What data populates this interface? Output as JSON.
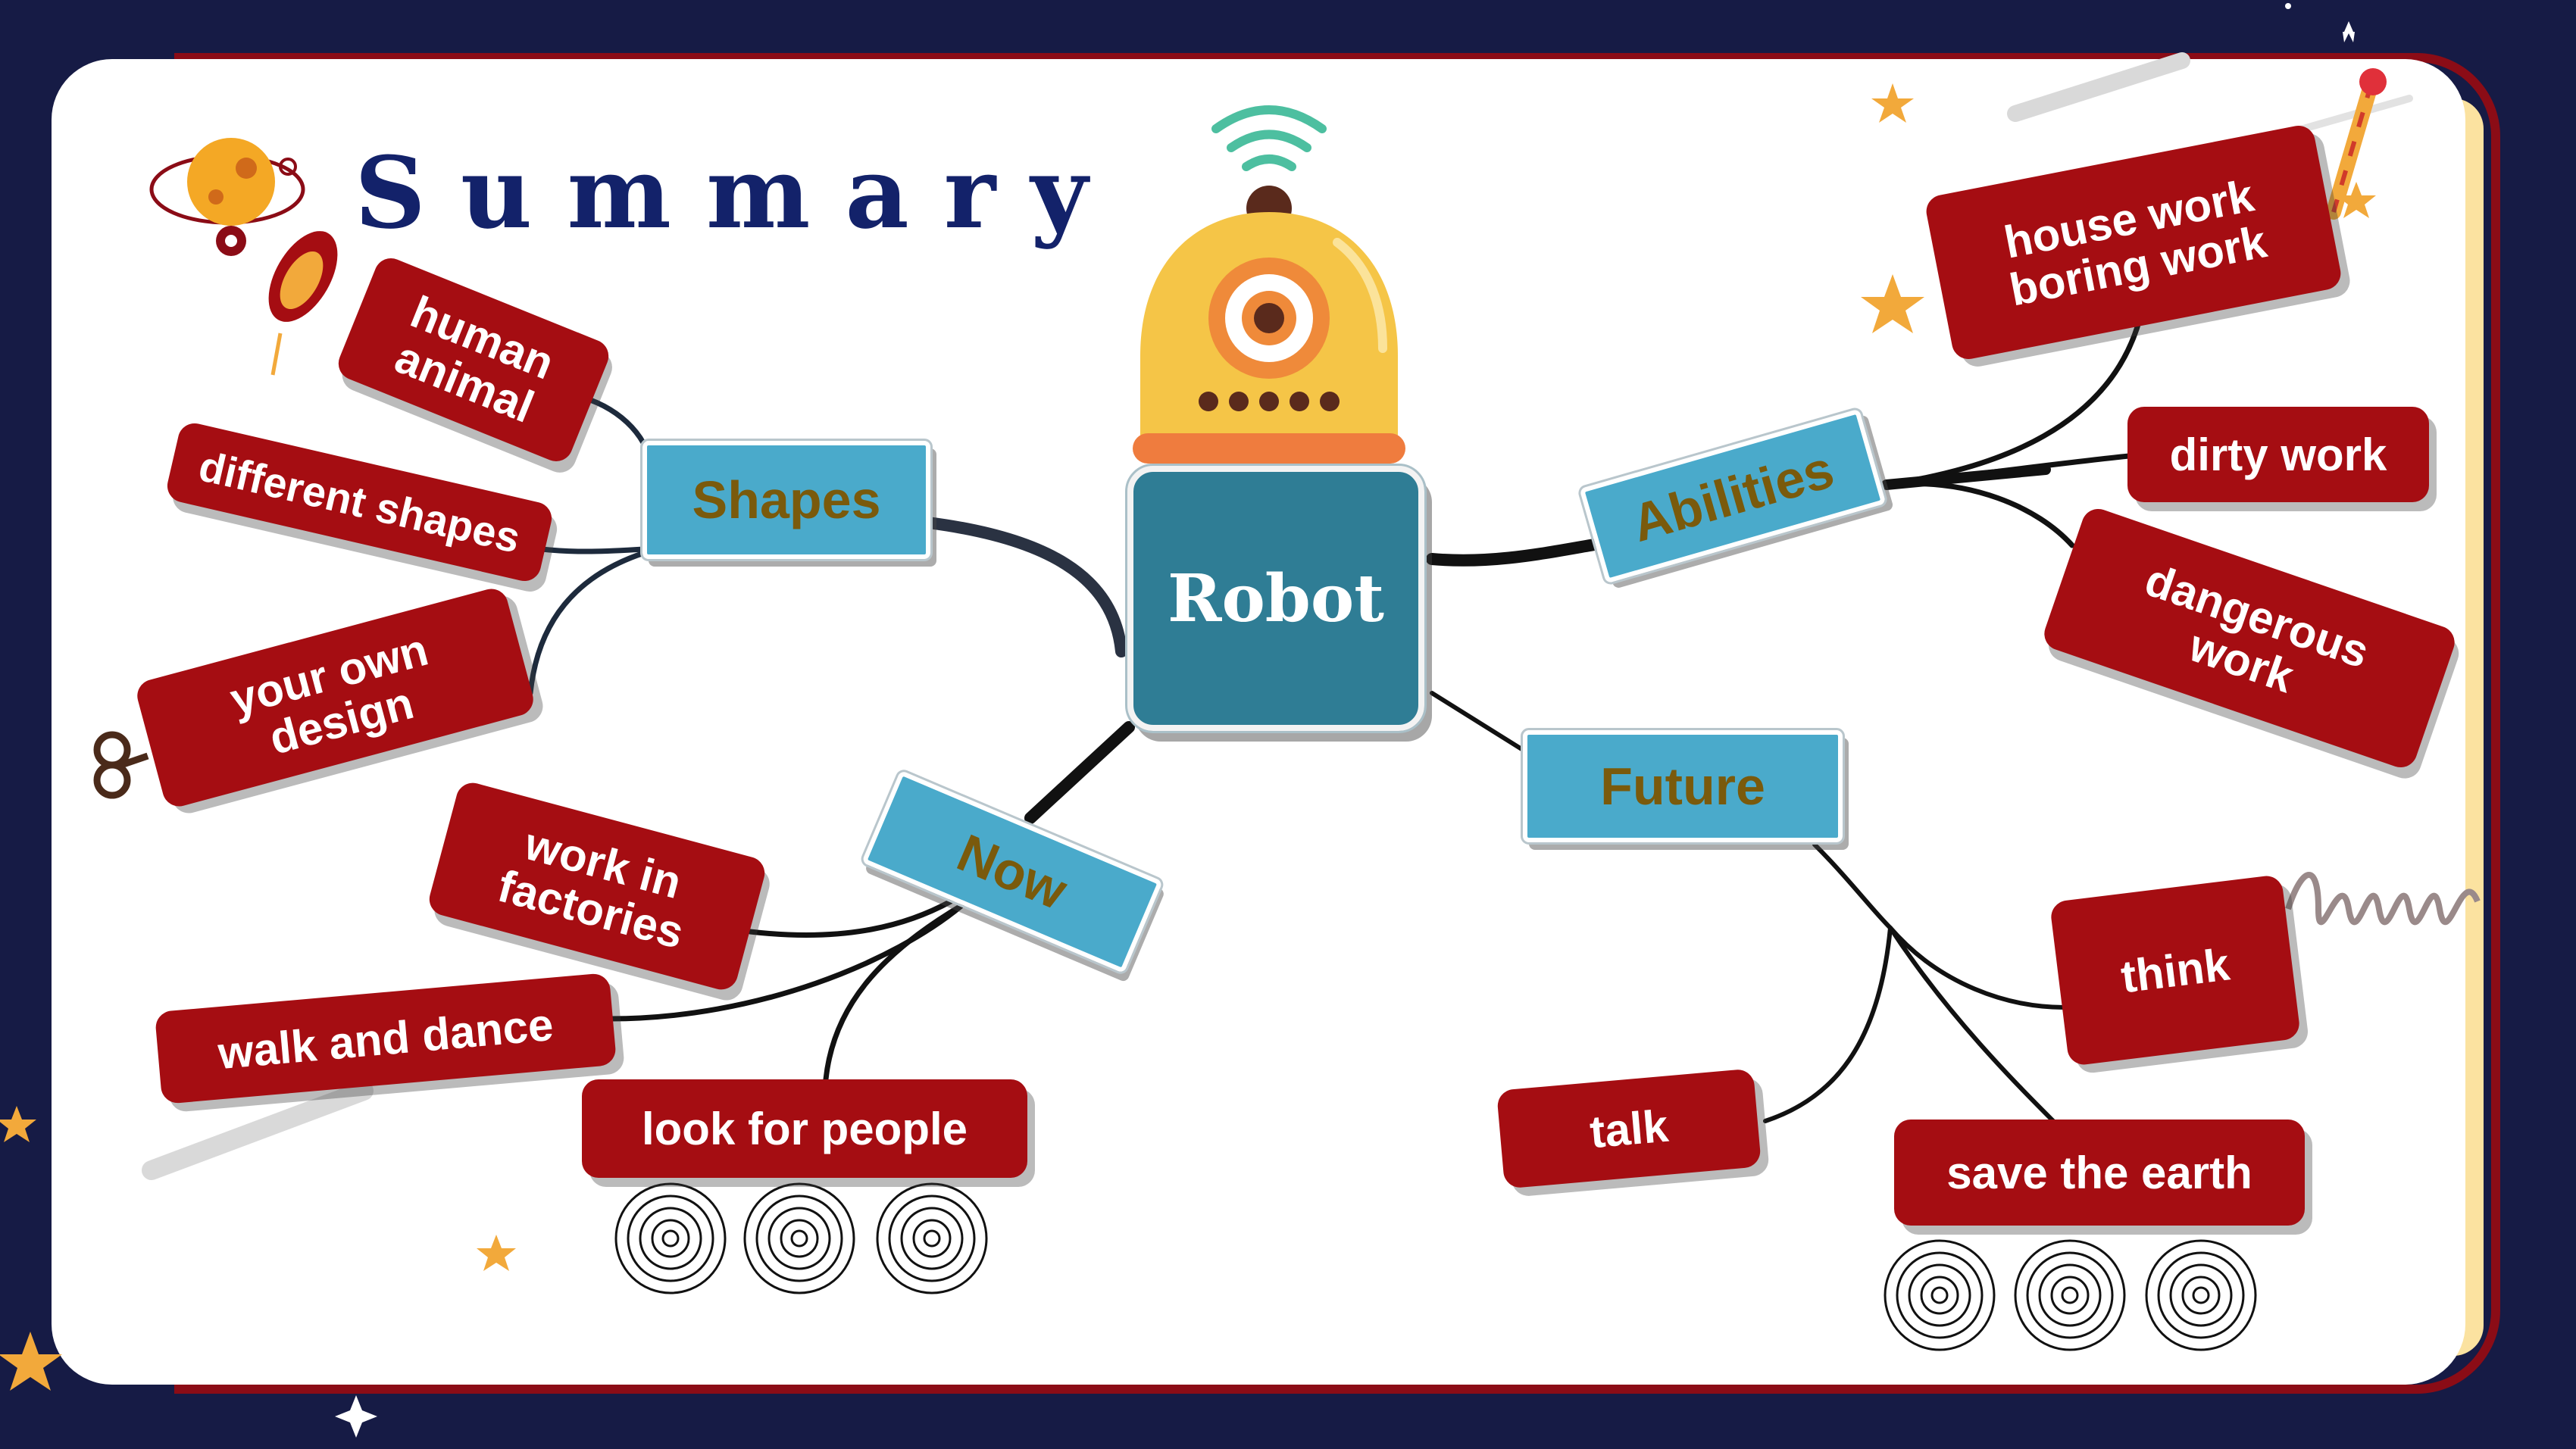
{
  "title": "Summary",
  "center": "Robot",
  "branches": {
    "shapes": {
      "label": "Shapes",
      "items": [
        "human\nanimal",
        "different shapes",
        "your own\ndesign"
      ]
    },
    "now": {
      "label": "Now",
      "items": [
        "work in\nfactories",
        "walk and dance",
        "look for people"
      ]
    },
    "abilities": {
      "label": "Abilities",
      "items": [
        "house work\nboring work",
        "dirty work",
        "dangerous\nwork"
      ]
    },
    "future": {
      "label": "Future",
      "items": [
        "think",
        "talk",
        "save the earth"
      ]
    }
  },
  "colors": {
    "leaf": "#a50d12",
    "branch": "#4aaacb",
    "branch_text": "#7a5a0c",
    "center": "#2f7d95",
    "background": "#161b45",
    "title": "#13226a"
  },
  "icons": [
    "planet-icon",
    "rocket-icon",
    "robot-head-icon",
    "wifi-antenna-icon",
    "wheels-icon",
    "star-icon",
    "spring-icon",
    "pencil-icon",
    "wind-up-key-icon"
  ]
}
